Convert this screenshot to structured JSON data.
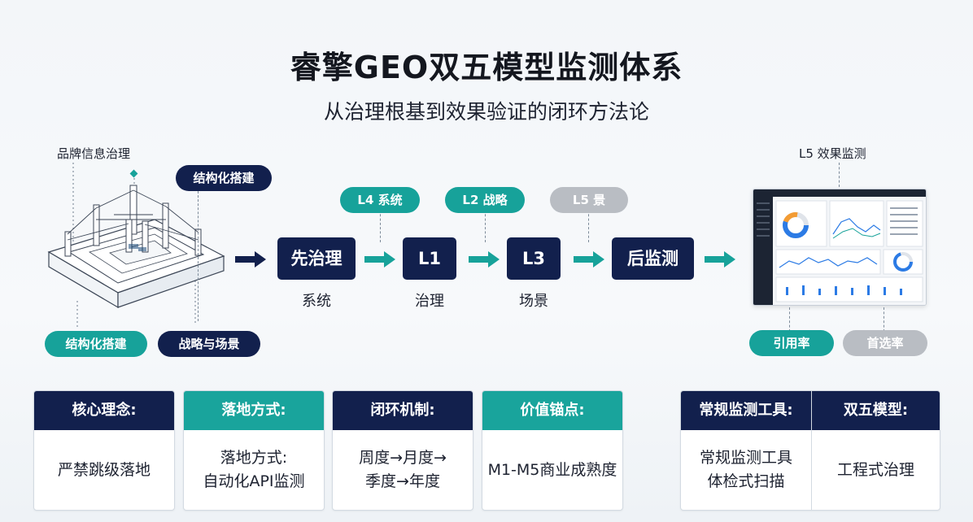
{
  "header": {
    "title": "睿擎GEO双五模型监测体系",
    "subtitle": "从治理根基到效果验证的闭环方法论"
  },
  "left_panel": {
    "top_label": "品牌信息治理",
    "pill_top": "结构化搭建",
    "pill_bottom_left": "结构化搭建",
    "pill_bottom_right": "战略与场景"
  },
  "flow": {
    "top_pills": [
      "L4 系统",
      "L2 战略",
      "L5 景"
    ],
    "boxes": [
      "先治理",
      "L1",
      "L3",
      "后监测"
    ],
    "box_captions": [
      "系统",
      "治理",
      "场景"
    ]
  },
  "right_panel": {
    "label": "L5 效果监测",
    "pill_left": "引用率",
    "pill_right": "首选率"
  },
  "cards": [
    {
      "head": "核心理念:",
      "lines": [
        "严禁跳级落地"
      ],
      "style": "navy"
    },
    {
      "head": "落地方式:",
      "lines": [
        "落地方式:",
        "自动化API监测"
      ],
      "style": "teal"
    },
    {
      "head": "闭环机制:",
      "lines": [
        "周度→月度→",
        "季度→年度"
      ],
      "style": "navy"
    },
    {
      "head": "价值锚点:",
      "lines": [
        "M1-M5商业成熟度"
      ],
      "style": "teal"
    }
  ],
  "split_card": {
    "left_head": "常规监测工具:",
    "left_lines": [
      "常规监测工具",
      "体检式扫描"
    ],
    "right_head": "双五模型:",
    "right_lines": [
      "工程式治理"
    ]
  },
  "colors": {
    "navy": "#12204d",
    "teal": "#17a29a",
    "grey": "#b9bdc3"
  }
}
